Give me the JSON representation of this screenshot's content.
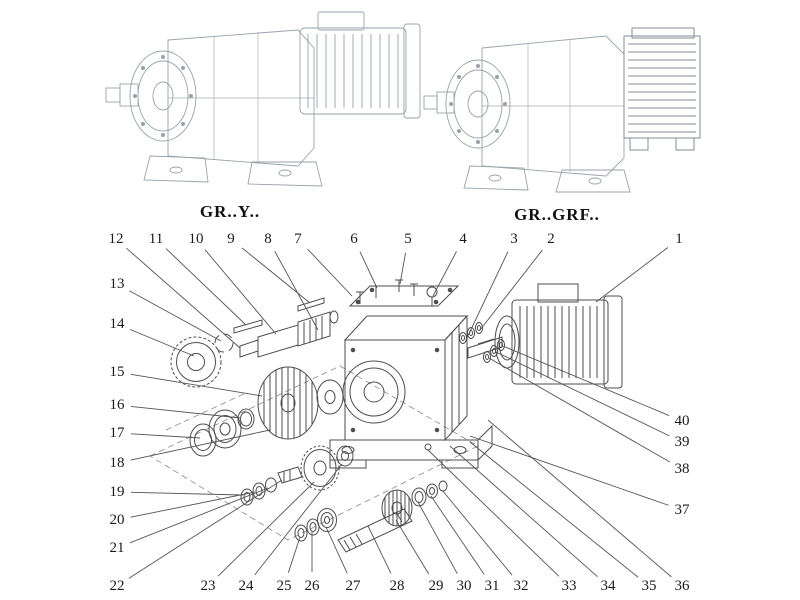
{
  "figure": {
    "left_label": "GR..Y..",
    "right_label": "GR..GRF.."
  },
  "diagram": {
    "line_color": "#555555",
    "text_color": "#1b1b1b",
    "callouts": [
      {
        "n": "1",
        "label": [
          679,
          239
        ],
        "target": [
          596,
          302
        ]
      },
      {
        "n": "2",
        "label": [
          551,
          239
        ],
        "target": [
          480,
          330
        ]
      },
      {
        "n": "3",
        "label": [
          514,
          239
        ],
        "target": [
          466,
          340
        ]
      },
      {
        "n": "4",
        "label": [
          463,
          239
        ],
        "target": [
          433,
          296
        ]
      },
      {
        "n": "5",
        "label": [
          408,
          239
        ],
        "target": [
          400,
          284
        ]
      },
      {
        "n": "6",
        "label": [
          354,
          239
        ],
        "target": [
          377,
          288
        ]
      },
      {
        "n": "7",
        "label": [
          298,
          239
        ],
        "target": [
          352,
          296
        ]
      },
      {
        "n": "8",
        "label": [
          268,
          239
        ],
        "target": [
          318,
          330
        ]
      },
      {
        "n": "9",
        "label": [
          231,
          239
        ],
        "target": [
          310,
          303
        ]
      },
      {
        "n": "10",
        "label": [
          196,
          239
        ],
        "target": [
          276,
          334
        ]
      },
      {
        "n": "11",
        "label": [
          156,
          239
        ],
        "target": [
          246,
          325
        ]
      },
      {
        "n": "12",
        "label": [
          116,
          239
        ],
        "target": [
          240,
          348
        ]
      },
      {
        "n": "13",
        "label": [
          117,
          284
        ],
        "target": [
          221,
          341
        ]
      },
      {
        "n": "14",
        "label": [
          117,
          324
        ],
        "target": [
          194,
          356
        ]
      },
      {
        "n": "15",
        "label": [
          117,
          372
        ],
        "target": [
          262,
          396
        ]
      },
      {
        "n": "16",
        "label": [
          117,
          405
        ],
        "target": [
          240,
          418
        ]
      },
      {
        "n": "17",
        "label": [
          117,
          433
        ],
        "target": [
          200,
          438
        ]
      },
      {
        "n": "18",
        "label": [
          117,
          463
        ],
        "target": [
          270,
          430
        ]
      },
      {
        "n": "19",
        "label": [
          117,
          492
        ],
        "target": [
          243,
          495
        ]
      },
      {
        "n": "20",
        "label": [
          117,
          520
        ],
        "target": [
          255,
          492
        ]
      },
      {
        "n": "21",
        "label": [
          117,
          548
        ],
        "target": [
          268,
          488
        ]
      },
      {
        "n": "22",
        "label": [
          117,
          586
        ],
        "target": [
          282,
          480
        ]
      },
      {
        "n": "23",
        "label": [
          208,
          586
        ],
        "target": [
          314,
          482
        ]
      },
      {
        "n": "24",
        "label": [
          246,
          586
        ],
        "target": [
          342,
          464
        ]
      },
      {
        "n": "25",
        "label": [
          284,
          586
        ],
        "target": [
          300,
          537
        ]
      },
      {
        "n": "26",
        "label": [
          312,
          586
        ],
        "target": [
          312,
          531
        ]
      },
      {
        "n": "27",
        "label": [
          353,
          586
        ],
        "target": [
          326,
          527
        ]
      },
      {
        "n": "28",
        "label": [
          397,
          586
        ],
        "target": [
          368,
          526
        ]
      },
      {
        "n": "29",
        "label": [
          436,
          586
        ],
        "target": [
          396,
          520
        ]
      },
      {
        "n": "30",
        "label": [
          464,
          586
        ],
        "target": [
          418,
          502
        ]
      },
      {
        "n": "31",
        "label": [
          492,
          586
        ],
        "target": [
          431,
          496
        ]
      },
      {
        "n": "32",
        "label": [
          521,
          586
        ],
        "target": [
          442,
          490
        ]
      },
      {
        "n": "33",
        "label": [
          569,
          586
        ],
        "target": [
          428,
          450
        ]
      },
      {
        "n": "34",
        "label": [
          608,
          586
        ],
        "target": [
          450,
          446
        ]
      },
      {
        "n": "35",
        "label": [
          649,
          586
        ],
        "target": [
          470,
          442
        ]
      },
      {
        "n": "36",
        "label": [
          682,
          586
        ],
        "target": [
          488,
          420
        ]
      },
      {
        "n": "37",
        "label": [
          682,
          510
        ],
        "target": [
          470,
          436
        ]
      },
      {
        "n": "38",
        "label": [
          682,
          469
        ],
        "target": [
          489,
          358
        ]
      },
      {
        "n": "39",
        "label": [
          682,
          442
        ],
        "target": [
          496,
          352
        ]
      },
      {
        "n": "40",
        "label": [
          682,
          421
        ],
        "target": [
          503,
          346
        ]
      }
    ]
  }
}
